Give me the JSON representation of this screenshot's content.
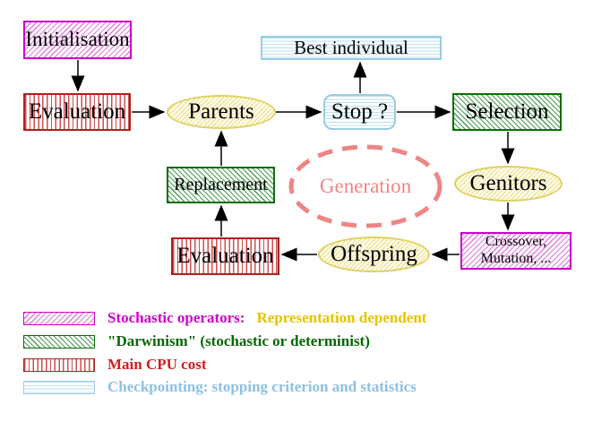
{
  "nodes": {
    "initialisation": "Initialisation",
    "evaluation_top": "Evaluation",
    "parents": "Parents",
    "best_individual": "Best individual",
    "stop": "Stop ?",
    "selection": "Selection",
    "genitors": "Genitors",
    "replacement": "Replacement",
    "generation": "Generation",
    "crossover_line1": "Crossover,",
    "crossover_line2": "Mutation, ...",
    "offspring": "Offspring",
    "evaluation_bottom": "Evaluation"
  },
  "edges": [
    {
      "from": "Initialisation",
      "to": "Evaluation"
    },
    {
      "from": "Evaluation",
      "to": "Parents"
    },
    {
      "from": "Parents",
      "to": "Stop ?"
    },
    {
      "from": "Stop ?",
      "to": "Best individual"
    },
    {
      "from": "Stop ?",
      "to": "Selection"
    },
    {
      "from": "Selection",
      "to": "Genitors"
    },
    {
      "from": "Genitors",
      "to": "Crossover, Mutation, ..."
    },
    {
      "from": "Crossover, Mutation, ...",
      "to": "Offspring"
    },
    {
      "from": "Offspring",
      "to": "Evaluation"
    },
    {
      "from": "Evaluation",
      "to": "Replacement"
    },
    {
      "from": "Replacement",
      "to": "Parents"
    }
  ],
  "legend": {
    "items": [
      {
        "swatch": "magenta-diagonal-hatch",
        "label": "Stochastic operators:",
        "label_color": "#cc00cc",
        "label_secondary": "Representation dependent",
        "secondary_color": "#e6c400"
      },
      {
        "swatch": "green-diagonal-hatch",
        "label": "\"Darwinism\" (stochastic or determinist)",
        "label_color": "#076607"
      },
      {
        "swatch": "red-vertical-stripes",
        "label": "Main CPU cost",
        "label_color": "#cc2020"
      },
      {
        "swatch": "cyan-horizontal-stripes",
        "label": "Checkpointing: stopping criterion and statistics",
        "label_color": "#8ec0e2"
      }
    ]
  },
  "colors": {
    "background": "#ffffff",
    "arrow": "#000000",
    "magenta_border": "#cc00cc",
    "green_border": "#0a6e0a",
    "red_border": "#b02020",
    "cyan_border": "#9cccdf",
    "yellow_border": "#e0d060",
    "generation_pink": "#ee8585"
  }
}
